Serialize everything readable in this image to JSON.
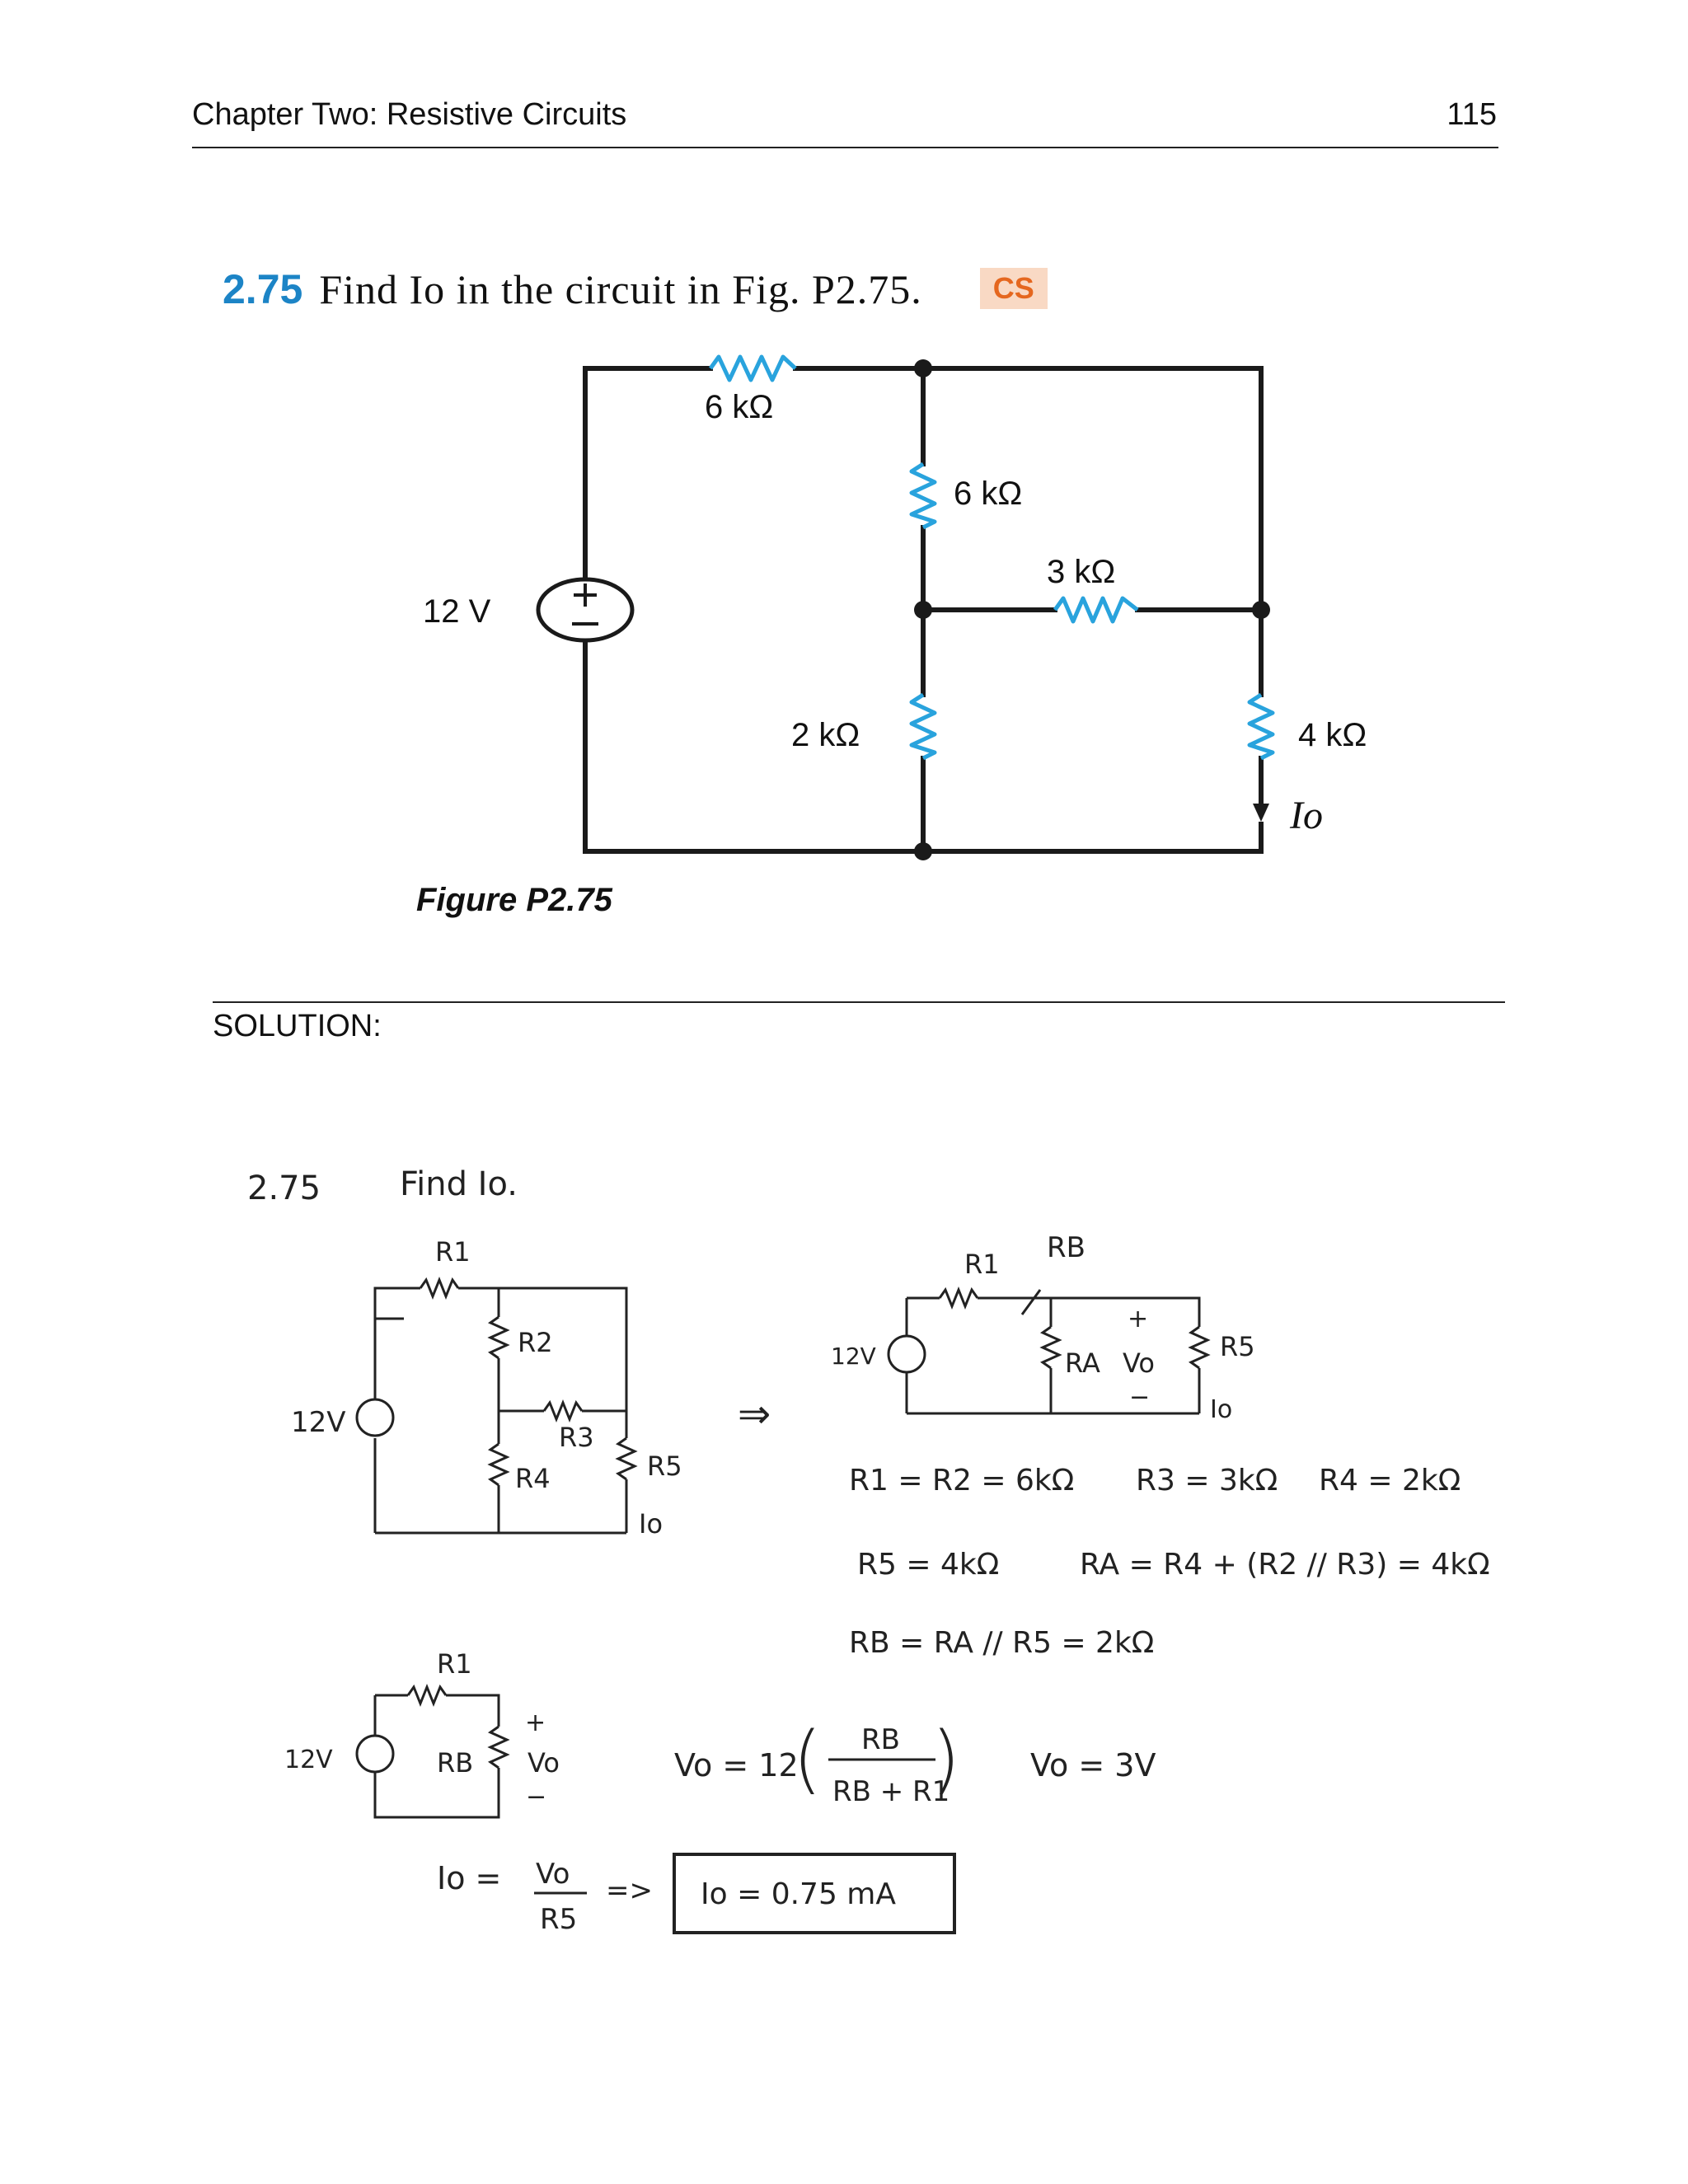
{
  "header": {
    "title": "Chapter Two: Resistive Circuits",
    "page_number": "115"
  },
  "problem": {
    "number": "2.75",
    "text": "Find Io in the circuit in Fig. P2.75.",
    "badge": "CS"
  },
  "figure": {
    "caption": "Figure P2.75",
    "labels": {
      "source": "12 V",
      "r_top": "6 kΩ",
      "r_mid_vertical": "6 kΩ",
      "r_horizontal": "3 kΩ",
      "r_lower_mid": "2 kΩ",
      "r_right": "4 kΩ",
      "current": "Io"
    }
  },
  "solution": {
    "label": "SOLUTION:",
    "handwritten": {
      "heading_num": "2.75",
      "heading_text": "Find Io.",
      "c1": {
        "source": "12V",
        "r1": "R1",
        "r2": "R2",
        "r3": "R3",
        "r4": "R4",
        "r5": "R5",
        "io": "Io"
      },
      "arrow": "⇒",
      "c2": {
        "source": "12V",
        "r1": "R1",
        "rb": "RB",
        "ra": "RA",
        "vo": "Vo",
        "r5": "R5",
        "io": "Io",
        "plus": "+",
        "minus": "−"
      },
      "eq1a": "R1 = R2 = 6kΩ",
      "eq1b": "R3 = 3kΩ",
      "eq1c": "R4 = 2kΩ",
      "eq2a": "R5 = 4kΩ",
      "eq2b": "RA = R4 + (R2 // R3) = 4kΩ",
      "eq3": "RB = RA // R5 = 2kΩ",
      "c3": {
        "source": "12V",
        "r1": "R1",
        "rb": "RB",
        "vo": "Vo",
        "plus": "+",
        "minus": "−"
      },
      "vo_lhs": "Vo = 12",
      "vo_num": "RB",
      "vo_den": "RB + R1",
      "vo_result": "Vo = 3V",
      "io_lhs": "Io =",
      "io_num": "Vo",
      "io_den": "R5",
      "implies": "=>",
      "answer": "Io = 0.75 mA"
    }
  }
}
